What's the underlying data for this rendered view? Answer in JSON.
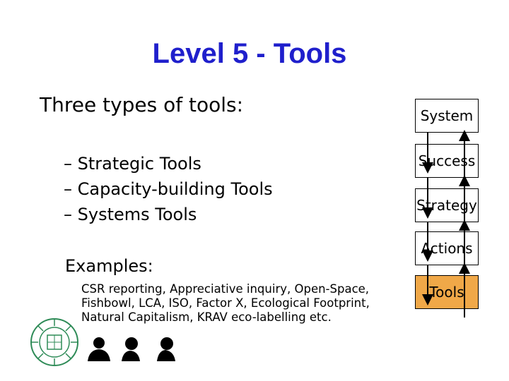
{
  "slide": {
    "title": "Level 5 - Tools",
    "intro": "Three types of tools:",
    "bullets": [
      "– Strategic Tools",
      "– Capacity-building Tools",
      "– Systems Tools"
    ],
    "examples_label": "Examples:",
    "examples_body": "CSR reporting, Appreciative inquiry, Open-Space, Fishbowl, LCA, ISO, Factor X, Ecological Footprint, Natural Capitalism, KRAV eco-labelling etc."
  },
  "diagram": {
    "levels": [
      "System",
      "Success",
      "Strategy",
      "Actions",
      "Tools"
    ],
    "active_level": "Tools",
    "active_color": "#f0a848"
  },
  "colors": {
    "title": "#1f1fcc",
    "logo": "#2e8b57"
  },
  "icons": [
    "university-logo-icon",
    "person-silhouette-icon",
    "person-silhouette-icon",
    "person-silhouette-icon"
  ]
}
